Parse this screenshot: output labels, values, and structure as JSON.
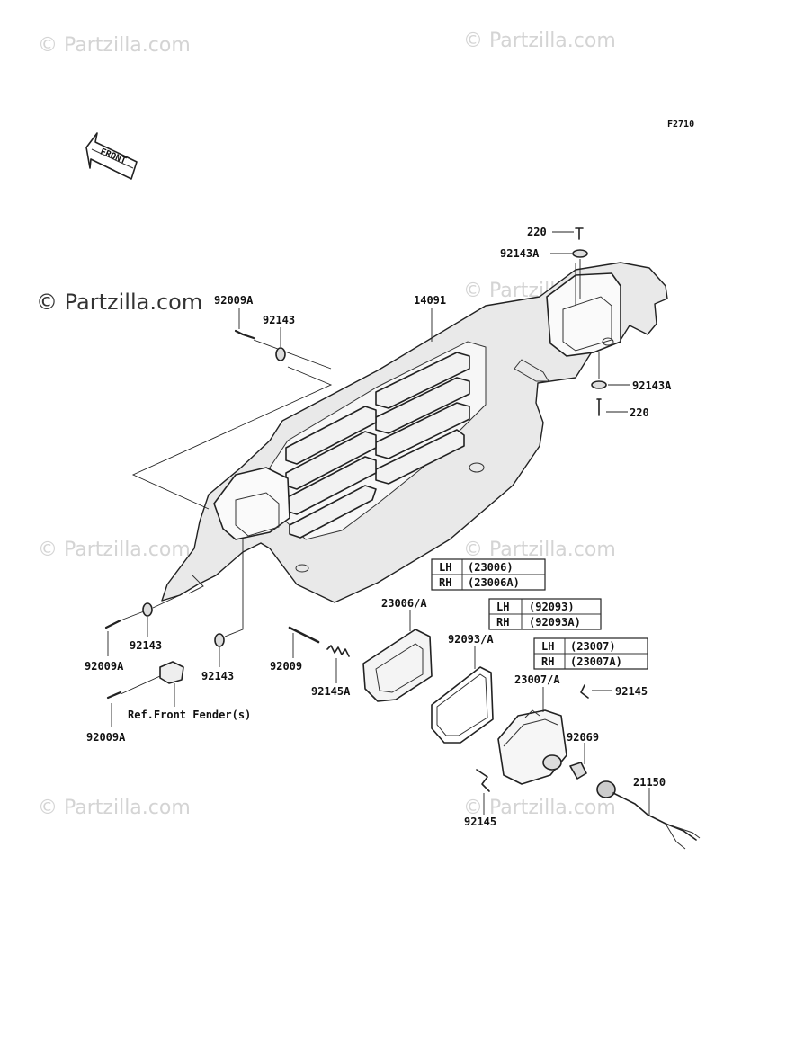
{
  "watermarks": {
    "tl": "© Partzilla.com",
    "tr": "© Partzilla.com",
    "ml": "© Partzilla.com",
    "mc": "© Partzilla.com",
    "l2": "© Partzilla.com",
    "c2": "© Partzilla.com",
    "l3": "© Partzilla.com",
    "c3": "© Partzilla.com"
  },
  "figure_code": "F2710",
  "front_arrow": "FRONT",
  "labels": {
    "p220_top": "220",
    "p92143A_top": "92143A",
    "p14091": "14091",
    "p92009A_top": "92009A",
    "p92143_top": "92143",
    "p92143A_right": "92143A",
    "p220_right": "220",
    "p23006A": "23006/A",
    "p92093A": "92093/A",
    "p23007A": "23007/A",
    "p92145_right": "92145",
    "p92069": "92069",
    "p21150": "21150",
    "p92145_bottom": "92145",
    "p92009A_left": "92009A",
    "p92143_left": "92143",
    "p92143_mid": "92143",
    "p92009": "92009",
    "p92145A": "92145A",
    "p92009A_bottom": "92009A",
    "ref_fender": "Ref.Front Fender(s)"
  },
  "tables": {
    "t23006": {
      "lh": "LH",
      "lh_part": "(23006)",
      "rh": "RH",
      "rh_part": "(23006A)"
    },
    "t92093": {
      "lh": "LH",
      "lh_part": "(92093)",
      "rh": "RH",
      "rh_part": "(92093A)"
    },
    "t23007": {
      "lh": "LH",
      "lh_part": "(23007)",
      "rh": "RH",
      "rh_part": "(23007A)"
    }
  }
}
